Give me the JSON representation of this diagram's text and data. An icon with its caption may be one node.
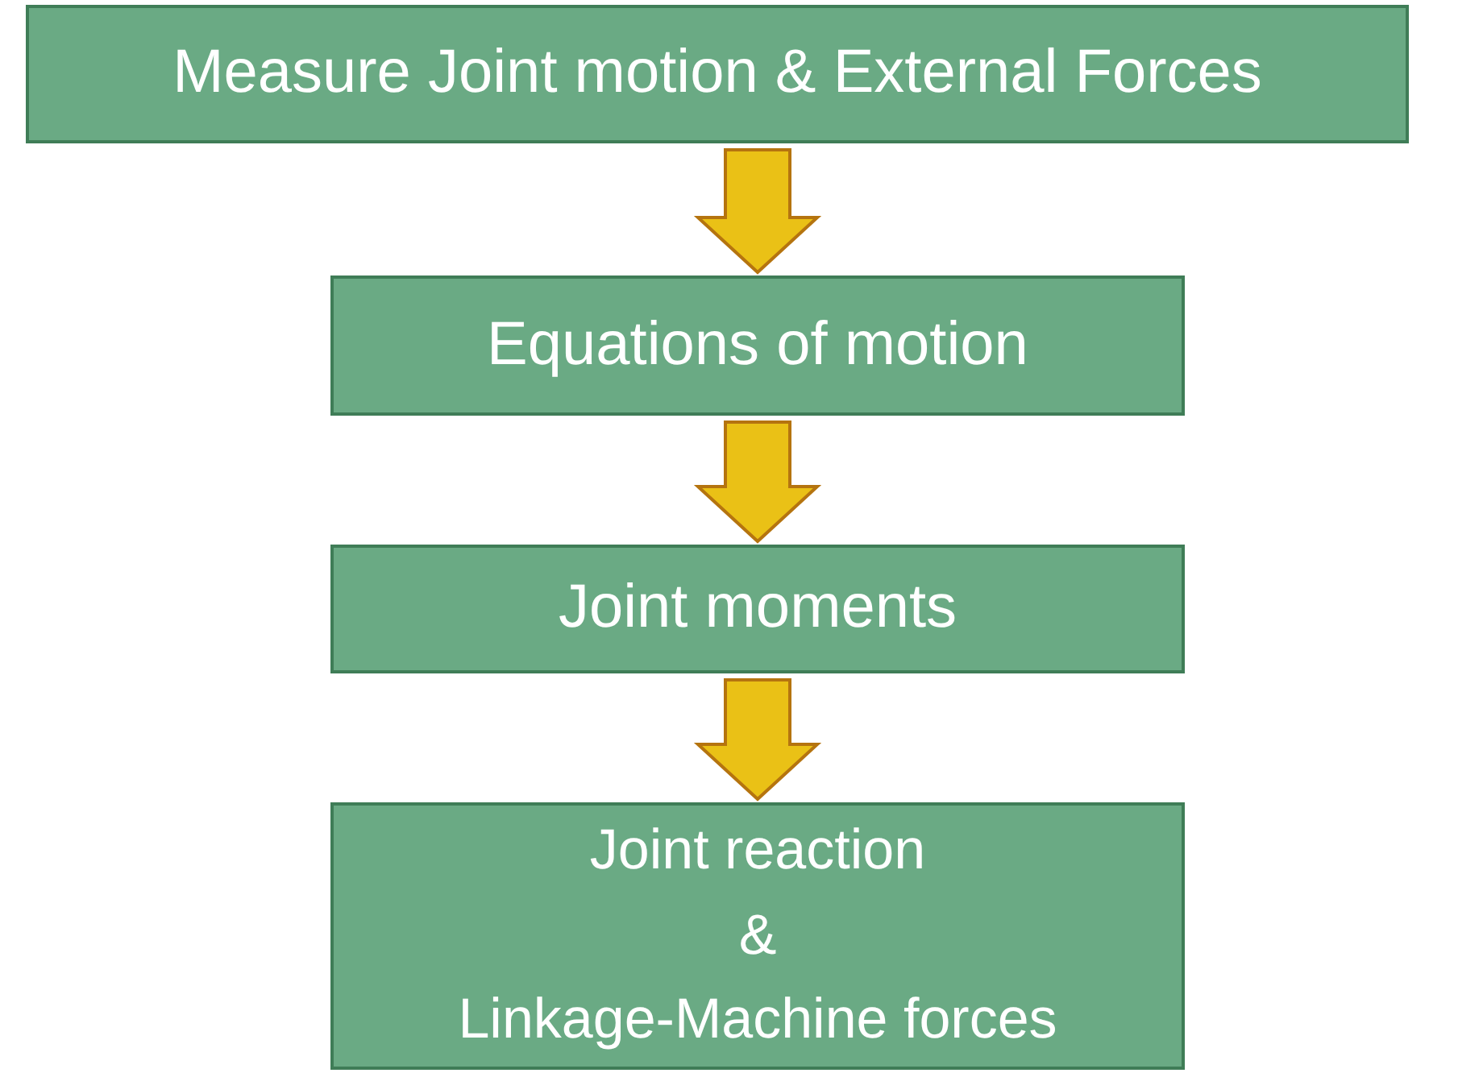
{
  "diagram": {
    "nodes": [
      {
        "text": [
          "Measure Joint motion & External Forces"
        ]
      },
      {
        "text": [
          "Equations of motion"
        ]
      },
      {
        "text": [
          "Joint moments"
        ]
      },
      {
        "text": [
          "Joint reaction",
          "&",
          "Linkage-Machine forces"
        ]
      }
    ],
    "edges": [
      {
        "from": 0,
        "to": 1,
        "arrow": "to"
      },
      {
        "from": 1,
        "to": 2,
        "arrow": "to"
      },
      {
        "from": 2,
        "to": 3,
        "arrow": "to"
      }
    ]
  }
}
